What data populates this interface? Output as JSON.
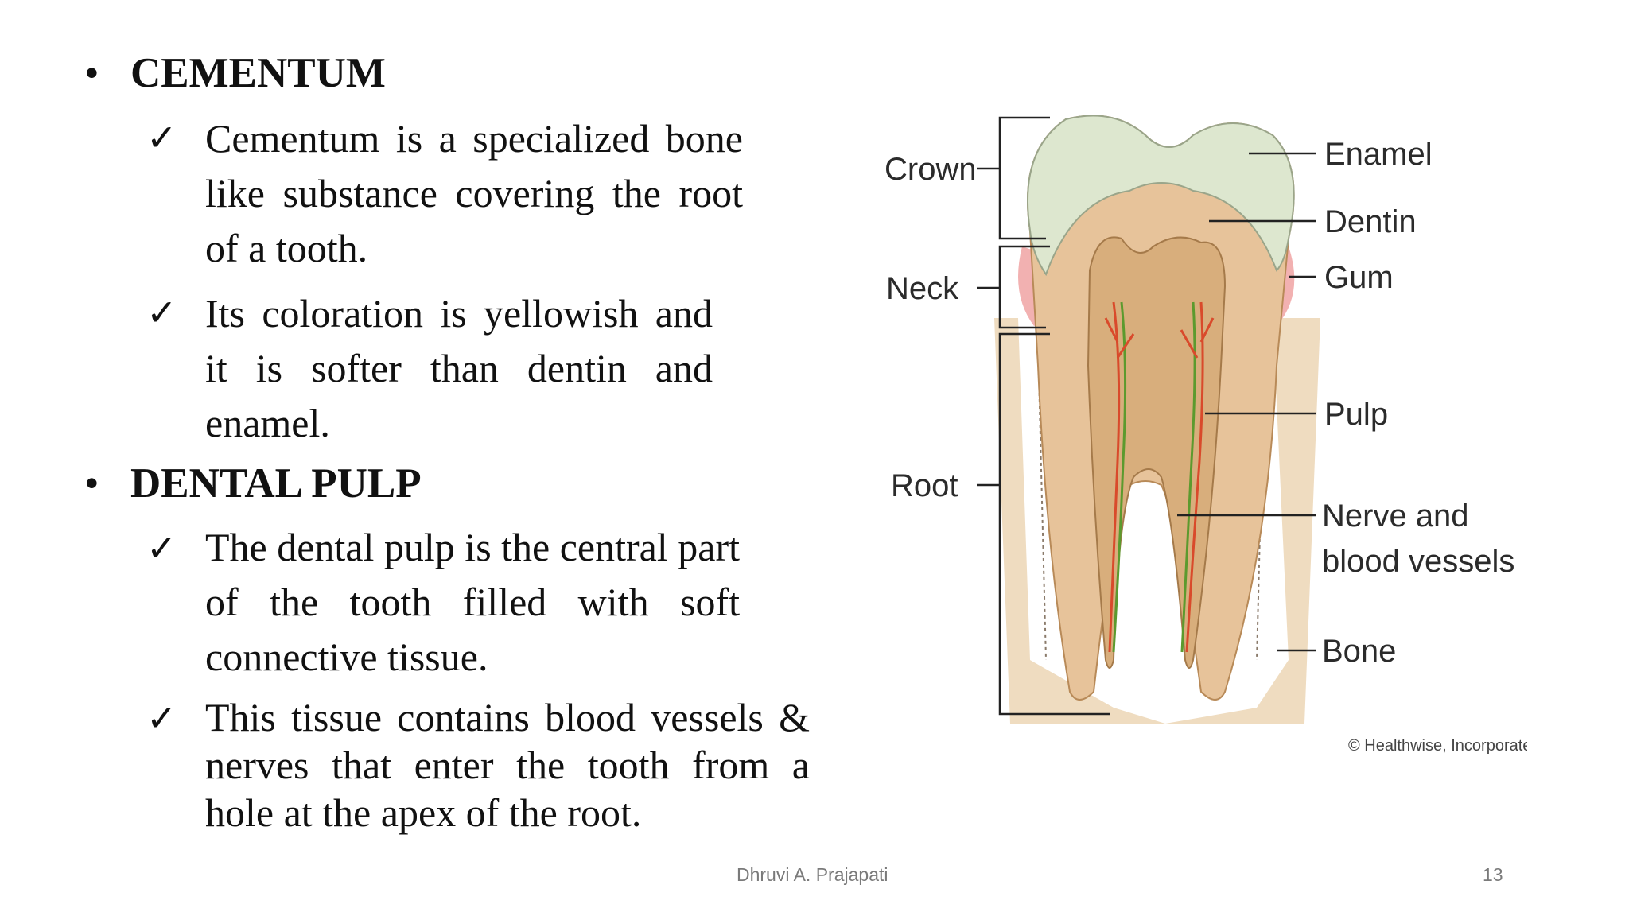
{
  "sections": [
    {
      "heading": "CEMENTUM",
      "points": [
        "Cementum is a specialized bone like substance covering the root of a tooth.",
        "Its coloration is yellowish and it is softer than dentin and enamel."
      ]
    },
    {
      "heading": "DENTAL PULP",
      "points": [
        "The dental pulp is the central part of the tooth filled with soft connective tissue.",
        "This tissue contains blood vessels & nerves that enter the tooth from a hole at the apex of the root."
      ]
    }
  ],
  "bullet_symbol": "•",
  "check_symbol": "✓",
  "diagram": {
    "left_labels": {
      "crown": "Crown",
      "neck": "Neck",
      "root": "Root"
    },
    "right_labels": {
      "enamel": "Enamel",
      "dentin": "Dentin",
      "gum": "Gum",
      "pulp": "Pulp",
      "nerve_line1": "Nerve and",
      "nerve_line2": "blood vessels",
      "bone": "Bone"
    },
    "credit": "© Healthwise, Incorporated",
    "colors": {
      "enamel": "#dde7cf",
      "dentin": "#e7c39a",
      "pulp": "#d8ae7c",
      "bone": "#efdcc0",
      "gum": "#f2b1b1",
      "nerve": "#d94a2b",
      "vessel": "#5c9a2e"
    }
  },
  "footer": {
    "author": "Dhruvi A. Prajapati",
    "page": "13"
  }
}
